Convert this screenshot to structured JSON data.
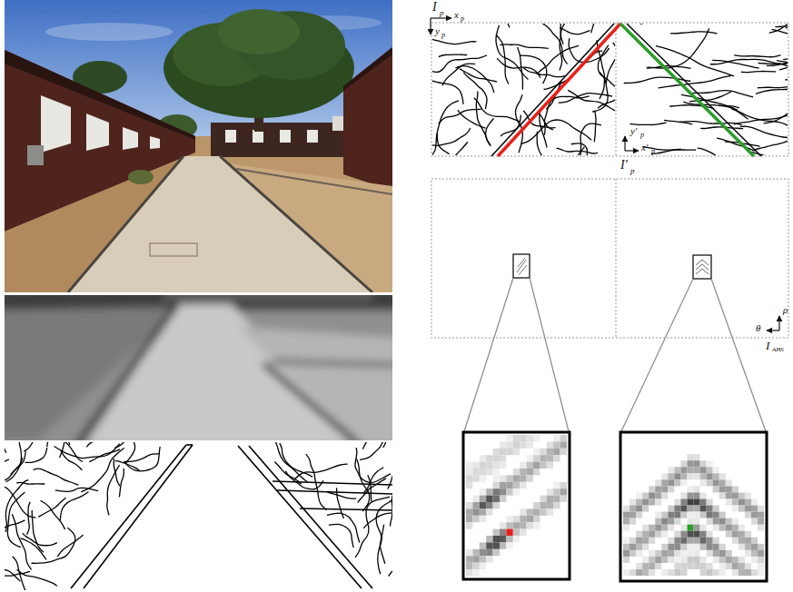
{
  "diagram": {
    "labels": [
      "I",
      "p",
      "x",
      "p",
      "y",
      "p",
      "y′",
      "p",
      "x′",
      "p",
      "I′",
      "p",
      "ρ",
      "θ",
      "I",
      "AHS"
    ]
  }
}
